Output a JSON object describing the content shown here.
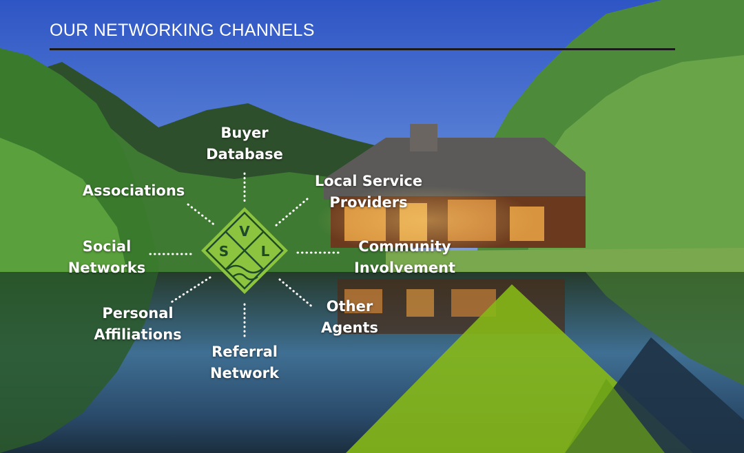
{
  "heading": "OUR NETWORKING CHANNELS",
  "logo": {
    "letters": [
      "S",
      "V",
      "L"
    ],
    "color": "#8cc43f"
  },
  "channels": {
    "buyer_database": [
      "Buyer",
      "Database"
    ],
    "local_service_providers": [
      "Local Service",
      "Providers"
    ],
    "community_involvement": [
      "Community",
      "Involvement"
    ],
    "other_agents": [
      "Other",
      "Agents"
    ],
    "referral_network": [
      "Referral",
      "Network"
    ],
    "personal_affiliations": [
      "Personal",
      "Affiliations"
    ],
    "social_networks": [
      "Social",
      "Networks"
    ],
    "associations": [
      "Associations"
    ]
  },
  "colors": {
    "accent_green": "#8cc43f",
    "navy": "#1e3346",
    "rule": "#1a1a1a"
  }
}
